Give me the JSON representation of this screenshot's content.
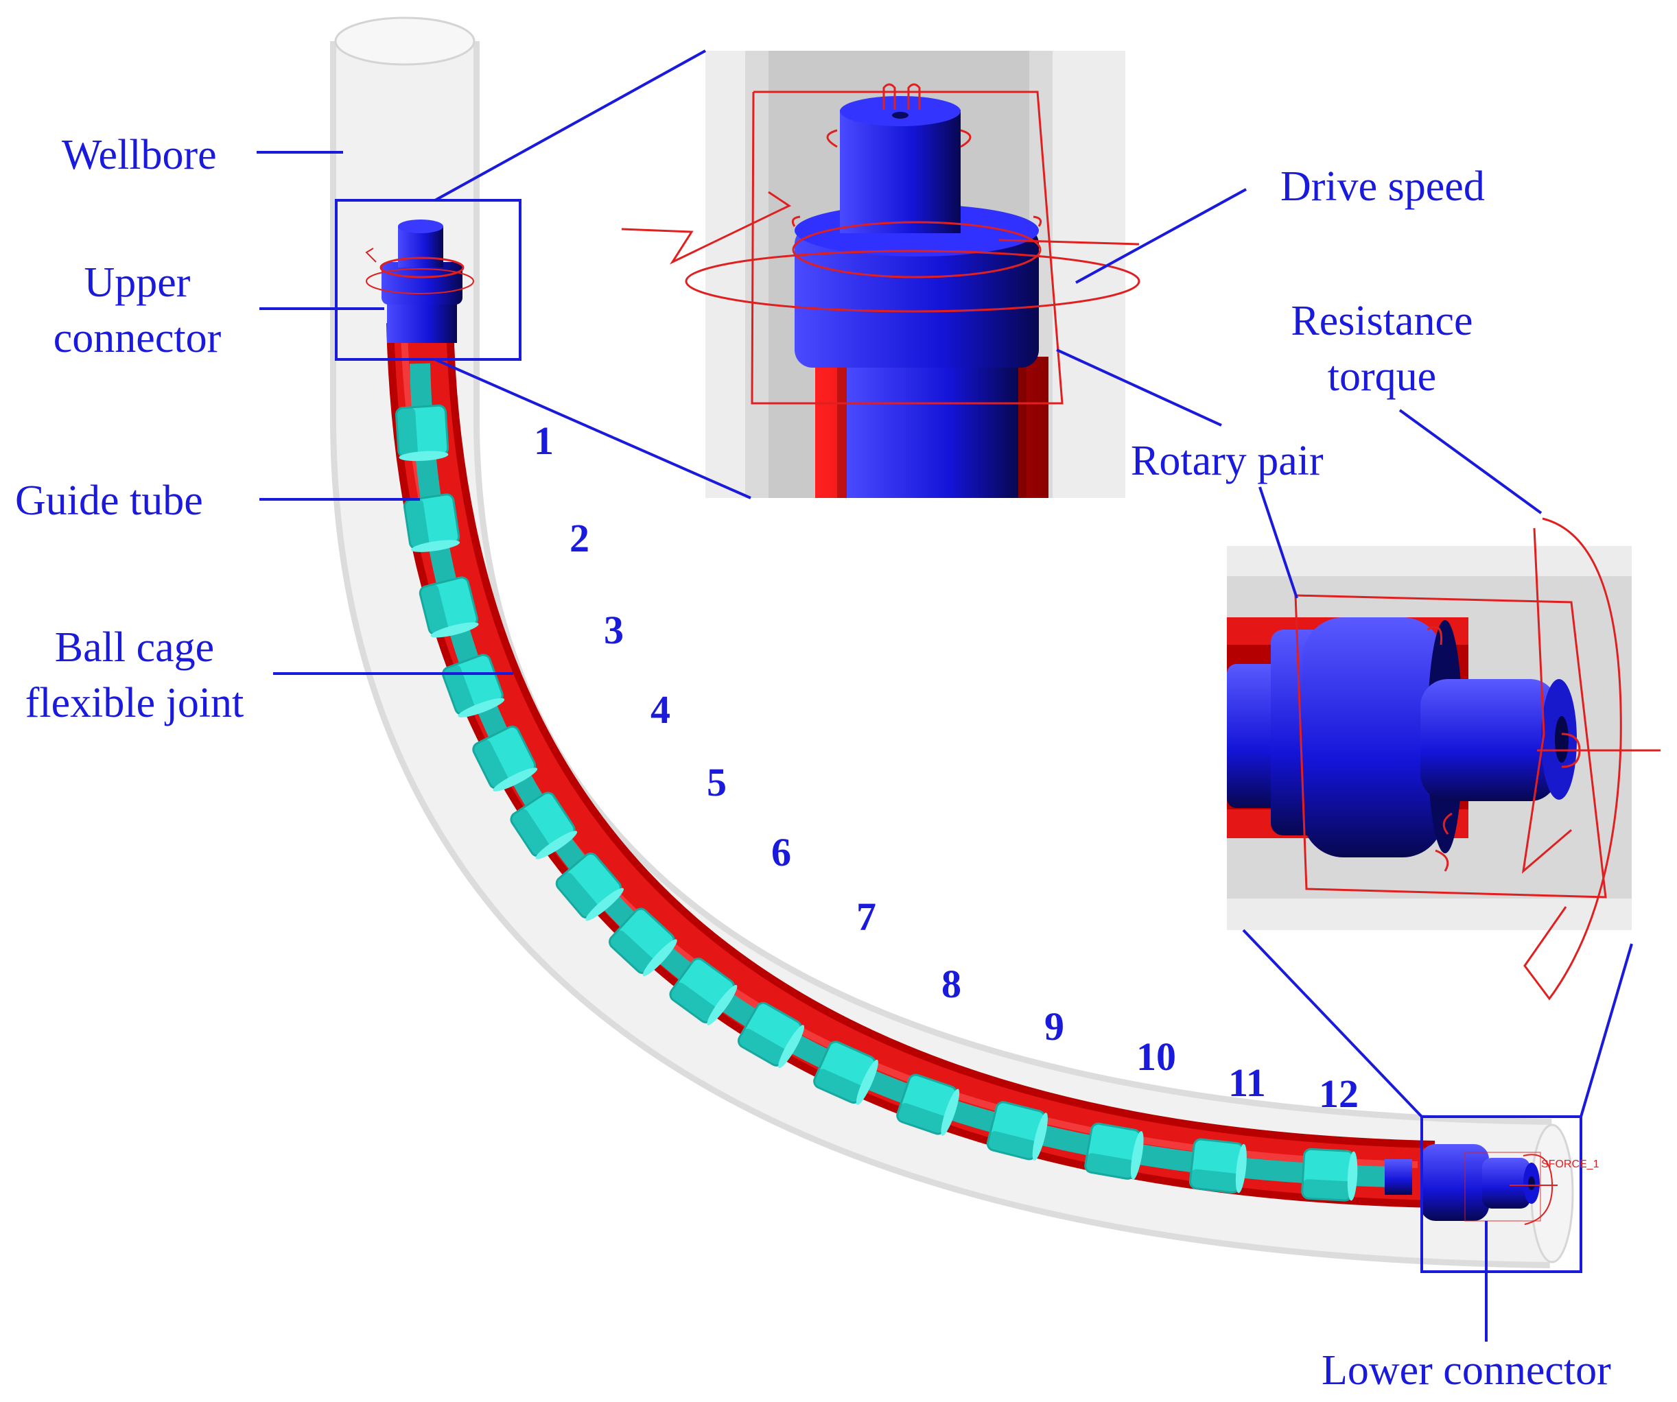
{
  "labels": {
    "wellbore": "Wellbore",
    "upper_connector": [
      "Upper",
      "connector"
    ],
    "guide_tube": "Guide tube",
    "ball_cage": [
      "Ball cage",
      "flexible joint"
    ],
    "drive_speed": "Drive speed",
    "resistance_torque": [
      "Resistance",
      "torque"
    ],
    "rotary_pair": "Rotary pair",
    "lower_connector": "Lower connector",
    "sforce_tag": "SFORCE_1"
  },
  "joint_numbers": [
    "1",
    "2",
    "3",
    "4",
    "5",
    "6",
    "7",
    "8",
    "9",
    "10",
    "11",
    "12"
  ],
  "colors": {
    "label": "#1a1adc",
    "connector": "#1e1ee6",
    "joint": "#2ee3d6",
    "guide_tube": "#e10f0f",
    "wellbore": "#e6e6e6",
    "marker": "#e02020"
  }
}
